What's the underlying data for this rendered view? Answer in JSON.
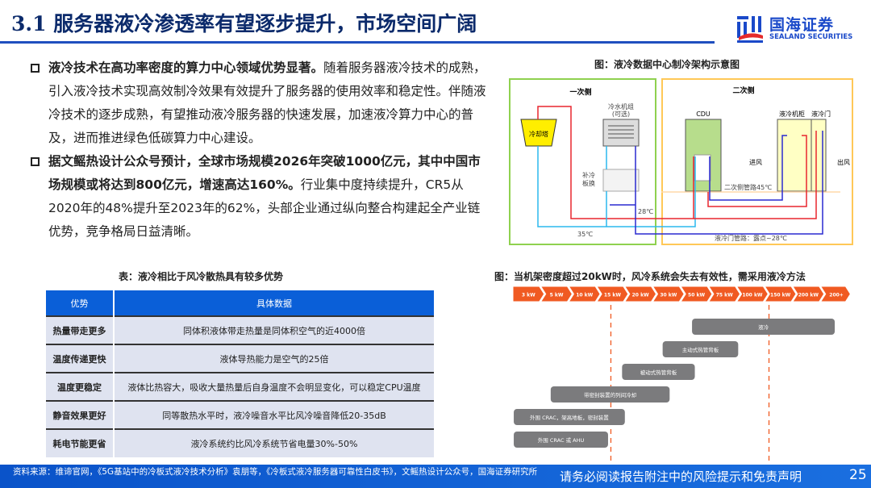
{
  "header": {
    "title": "3.1 服务器液冷渗透率有望逐步提升，市场空间广阔",
    "logo_cn": "国海证券",
    "logo_en": "SEALAND SECURITIES"
  },
  "bullets": [
    {
      "bold": "液冷技术在高功率密度的算力中心领域优势显著。",
      "text": "随着服务器液冷技术的成熟，引入液冷技术实现高效制冷效果有效提升了服务器的使用效率和稳定性。伴随液冷技术的逐步成熟，有望推动液冷服务器的快速发展，加速液冷算力中心的普及，进而推进绿色低碳算力中心建设。"
    },
    {
      "bold": "据文鳐热设计公众号预计，全球市场规模2026年突破1000亿元，其中中国市场规模或将达到800亿元，增速高达160%。",
      "text": "行业集中度持续提升，CR5从2020年的48%提升至2023年的62%，头部企业通过纵向整合构建起全产业链优势，竞争格局日益清晰。"
    }
  ],
  "table": {
    "caption": "表：液冷相比于风冷散热具有较多优势",
    "headers": [
      "优势",
      "具体数据"
    ],
    "rows": [
      [
        "热量带走更多",
        "同体积液体带走热量是同体积空气的近4000倍"
      ],
      [
        "温度传递更快",
        "液体导热能力是空气的25倍"
      ],
      [
        "温度更稳定",
        "液体比热容大，吸收大量热量后自身温度不会明显变化，可以稳定CPU温度"
      ],
      [
        "静音效果更好",
        "同等散热水平时，液冷噪音水平比风冷噪音降低20-35dB"
      ],
      [
        "耗电节能更省",
        "液冷系统约比风冷系统节省电量30%-50%"
      ]
    ]
  },
  "diagram": {
    "caption": "图：液冷数据中心制冷架构示意图",
    "primary": "一次侧",
    "secondary": "二次侧",
    "cooling_tower": "冷却塔",
    "chiller": "冷水机组",
    "chiller_opt": "(可选)",
    "plate1": "补冷",
    "plate2": "板换",
    "cdu": "CDU",
    "cabinet": "液冷机柜",
    "door": "液冷门",
    "air_in": "进风",
    "air_out": "出风",
    "pipe2": "二次侧管路45℃",
    "t28": "28℃",
    "t35": "35℃",
    "door_pipe": "液冷门管路：露点~28℃"
  },
  "chart_data": {
    "type": "gantt",
    "title": "图：当机架密度超过20kW时，风冷系统会失去有效性，需采用液冷方法",
    "categories": [
      "3 kW",
      "5 kW",
      "10 kW",
      "15 kW",
      "20 kW",
      "30 kW",
      "50 kW",
      "75 kW",
      "100 kW",
      "150 kW",
      "200 kW",
      "200+"
    ],
    "bars": [
      {
        "label": "液冷",
        "start": 6.4,
        "end": 11.5
      },
      {
        "label": "主动式热管背板",
        "start": 5.35,
        "end": 8.05
      },
      {
        "label": "被动式热管背板",
        "start": 3.9,
        "end": 6.5
      },
      {
        "label": "带密封装置的列间冷却",
        "start": 1.35,
        "end": 5.6
      },
      {
        "label": "外围 CRAC，架高地板，密封装置",
        "start": 0.03,
        "end": 4.0
      },
      {
        "label": "外围 CRAC 或 AHU",
        "start": 0.03,
        "end": 3.4
      }
    ],
    "dashed_markers": [
      3.5,
      9.15
    ],
    "accent": "#f05a22",
    "bar_color": "#7b7b7d"
  },
  "footer": {
    "source": "资料来源：维谛官网，《5G基站中的冷板式液冷技术分析》袁朋等，《冷板式液冷服务器可靠性白皮书》，文鳐热设计公众号，国海证券研究所",
    "disclaimer": "请务必阅读报告附注中的风险提示和免责声明",
    "page": "25"
  }
}
